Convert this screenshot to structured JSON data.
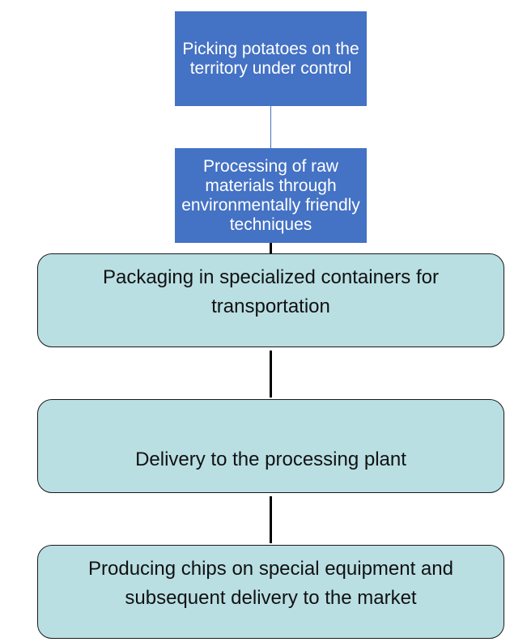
{
  "diagram": {
    "type": "flowchart",
    "direction": "top-to-bottom",
    "colors": {
      "primary_box": "#4472c4",
      "primary_text": "#ffffff",
      "secondary_box": "#b9dfe3",
      "secondary_text": "#111111",
      "connector_thin": "#4a72b8",
      "connector_thick": "#000000"
    },
    "nodes": [
      {
        "id": "step1",
        "label": "Picking potatoes on the territory under control",
        "style": "primary"
      },
      {
        "id": "step2",
        "label": "Processing of raw materials through environmentally friendly techniques",
        "style": "primary"
      },
      {
        "id": "step3",
        "label": "Packaging in specialized containers for transportation",
        "style": "secondary"
      },
      {
        "id": "step4",
        "label": "Delivery to the processing plant",
        "style": "secondary"
      },
      {
        "id": "step5",
        "label": "Producing chips on special equipment and subsequent delivery to the market",
        "style": "secondary"
      }
    ],
    "edges": [
      {
        "from": "step1",
        "to": "step2"
      },
      {
        "from": "step2",
        "to": "step3"
      },
      {
        "from": "step3",
        "to": "step4"
      },
      {
        "from": "step4",
        "to": "step5"
      }
    ]
  }
}
